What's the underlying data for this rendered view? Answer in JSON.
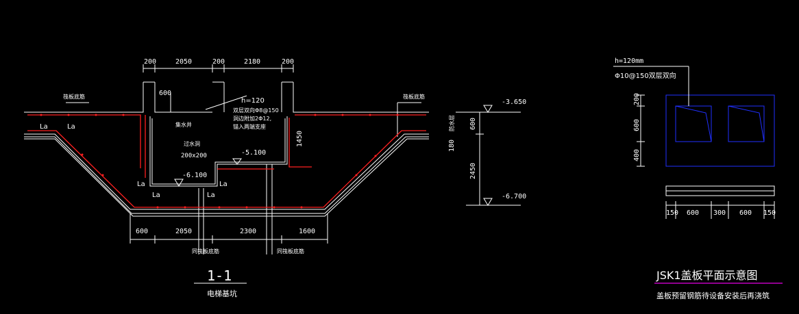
{
  "colors": {
    "background": "#000000",
    "line": "#ffffff",
    "rebar": "#ff2020",
    "panel": "#2030ff",
    "title_underline": "#c000c0"
  },
  "section": {
    "top_dims": [
      "200",
      "2050",
      "200",
      "2180",
      "200"
    ],
    "bottom_dims": [
      "600",
      "2050",
      "2300",
      "1600"
    ],
    "right_dims": [
      "600",
      "1450",
      "180",
      "2450"
    ],
    "labels": {
      "left_board": "筏板底筋",
      "right_board": "筏板底筋",
      "la_1": "La",
      "la_2": "La",
      "la_3": "La",
      "la_4": "La",
      "la_5": "La",
      "la_6": "La",
      "dim_600_top": "600",
      "collector": "集水井",
      "opening_note": "h=120",
      "slab_note_1": "双层双向Φ8@150",
      "slab_note_2": "洞边附加2Φ12,",
      "slab_note_3": "锚入两端支座",
      "ladder": "过水洞",
      "ladder_size": "200x200",
      "elev_5100": "-5.100",
      "elev_6100": "-6.100",
      "elev_3650": "-3.650",
      "elev_6700": "-6.700",
      "bottom_left_rebar": "同筏板底筋",
      "bottom_right_rebar": "同筏板底筋",
      "water_stop": "防水层"
    },
    "title": "1-1",
    "subtitle": "电梯基坑"
  },
  "plan": {
    "h_note": "h=120mm",
    "rebar_note": "Φ10@150双层双向",
    "left_dims": [
      "200",
      "600",
      "400"
    ],
    "bottom_dims": [
      "150",
      "600",
      "300",
      "600",
      "150"
    ],
    "title": "JSK1盖板平面示意图",
    "subtitle": "盖板预留钢筋待设备安装后再浇筑"
  }
}
